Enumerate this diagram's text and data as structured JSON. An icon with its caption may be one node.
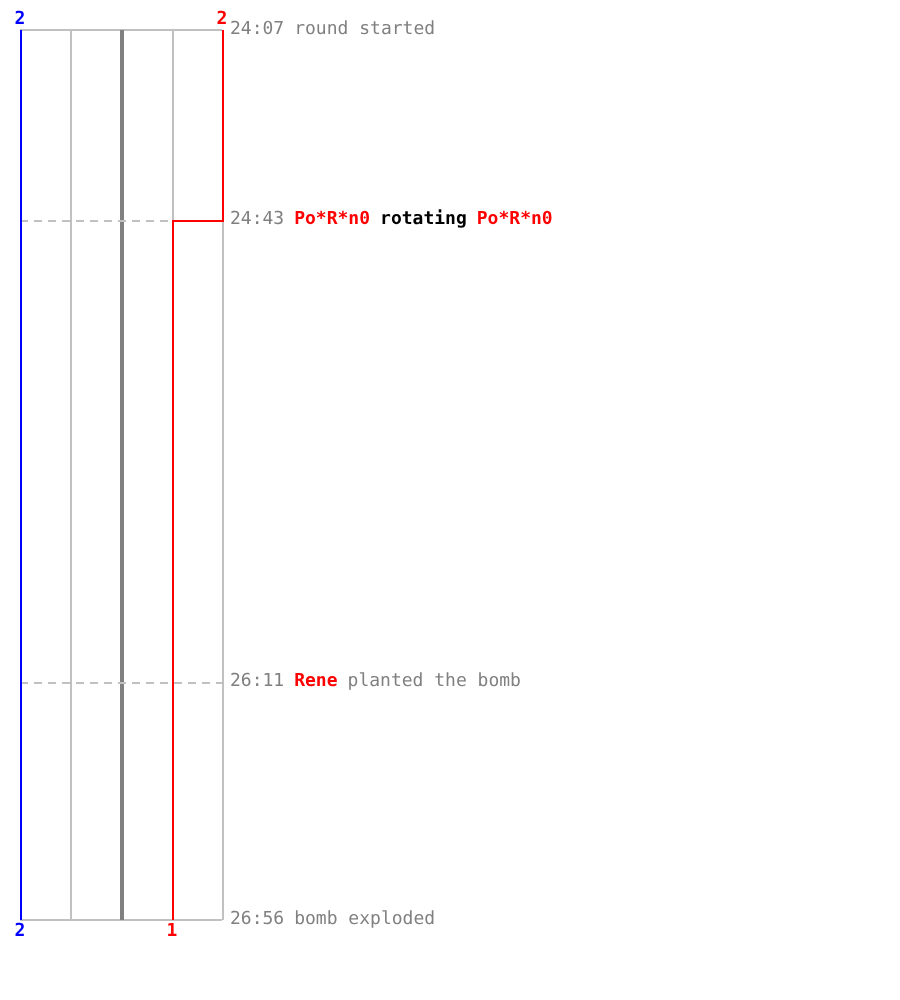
{
  "diagram": {
    "labels": [
      "2",
      "2",
      "24:07",
      "round started",
      "24:43",
      "Po*R*n0",
      "rotating",
      "Po*R*n0",
      "26:11",
      "Rene",
      "planted the bomb",
      "2",
      "1",
      "26:56",
      "bomb exploded"
    ]
  }
}
